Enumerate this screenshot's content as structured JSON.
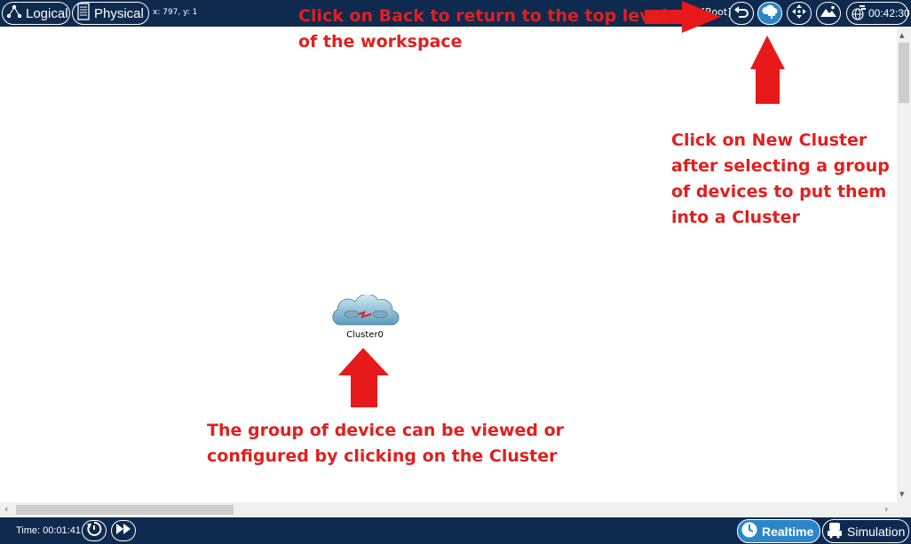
{
  "topbar": {
    "logical_label": "Logical",
    "physical_label": "Physical",
    "coords": "x: 797, y: 1",
    "root_label": "[Root]",
    "clock": "00:42:30"
  },
  "workspace": {
    "cluster_label": "Cluster0"
  },
  "annotations": {
    "back": [
      "Click on Back to return to the top level",
      "of the workspace"
    ],
    "new_cluster": [
      "Click on New Cluster",
      "after selecting a group",
      "of devices to put them",
      "into a Cluster"
    ],
    "cluster": [
      "The group of device can be viewed or",
      "configured by clicking on the Cluster"
    ]
  },
  "bottombar": {
    "time_label": "Time: 00:01:41",
    "realtime_label": "Realtime",
    "simulation_label": "Simulation"
  },
  "colors": {
    "bar": "#0e2a4f",
    "accent": "#2a86c9",
    "annotation": "#e0201f"
  },
  "icons": [
    "logical-icon",
    "physical-icon",
    "back-icon",
    "new-cluster-icon",
    "move-object-icon",
    "set-background-icon",
    "viewport-icon",
    "power-cycle-icon",
    "fast-forward-icon",
    "realtime-icon",
    "simulation-icon",
    "cluster-icon"
  ]
}
